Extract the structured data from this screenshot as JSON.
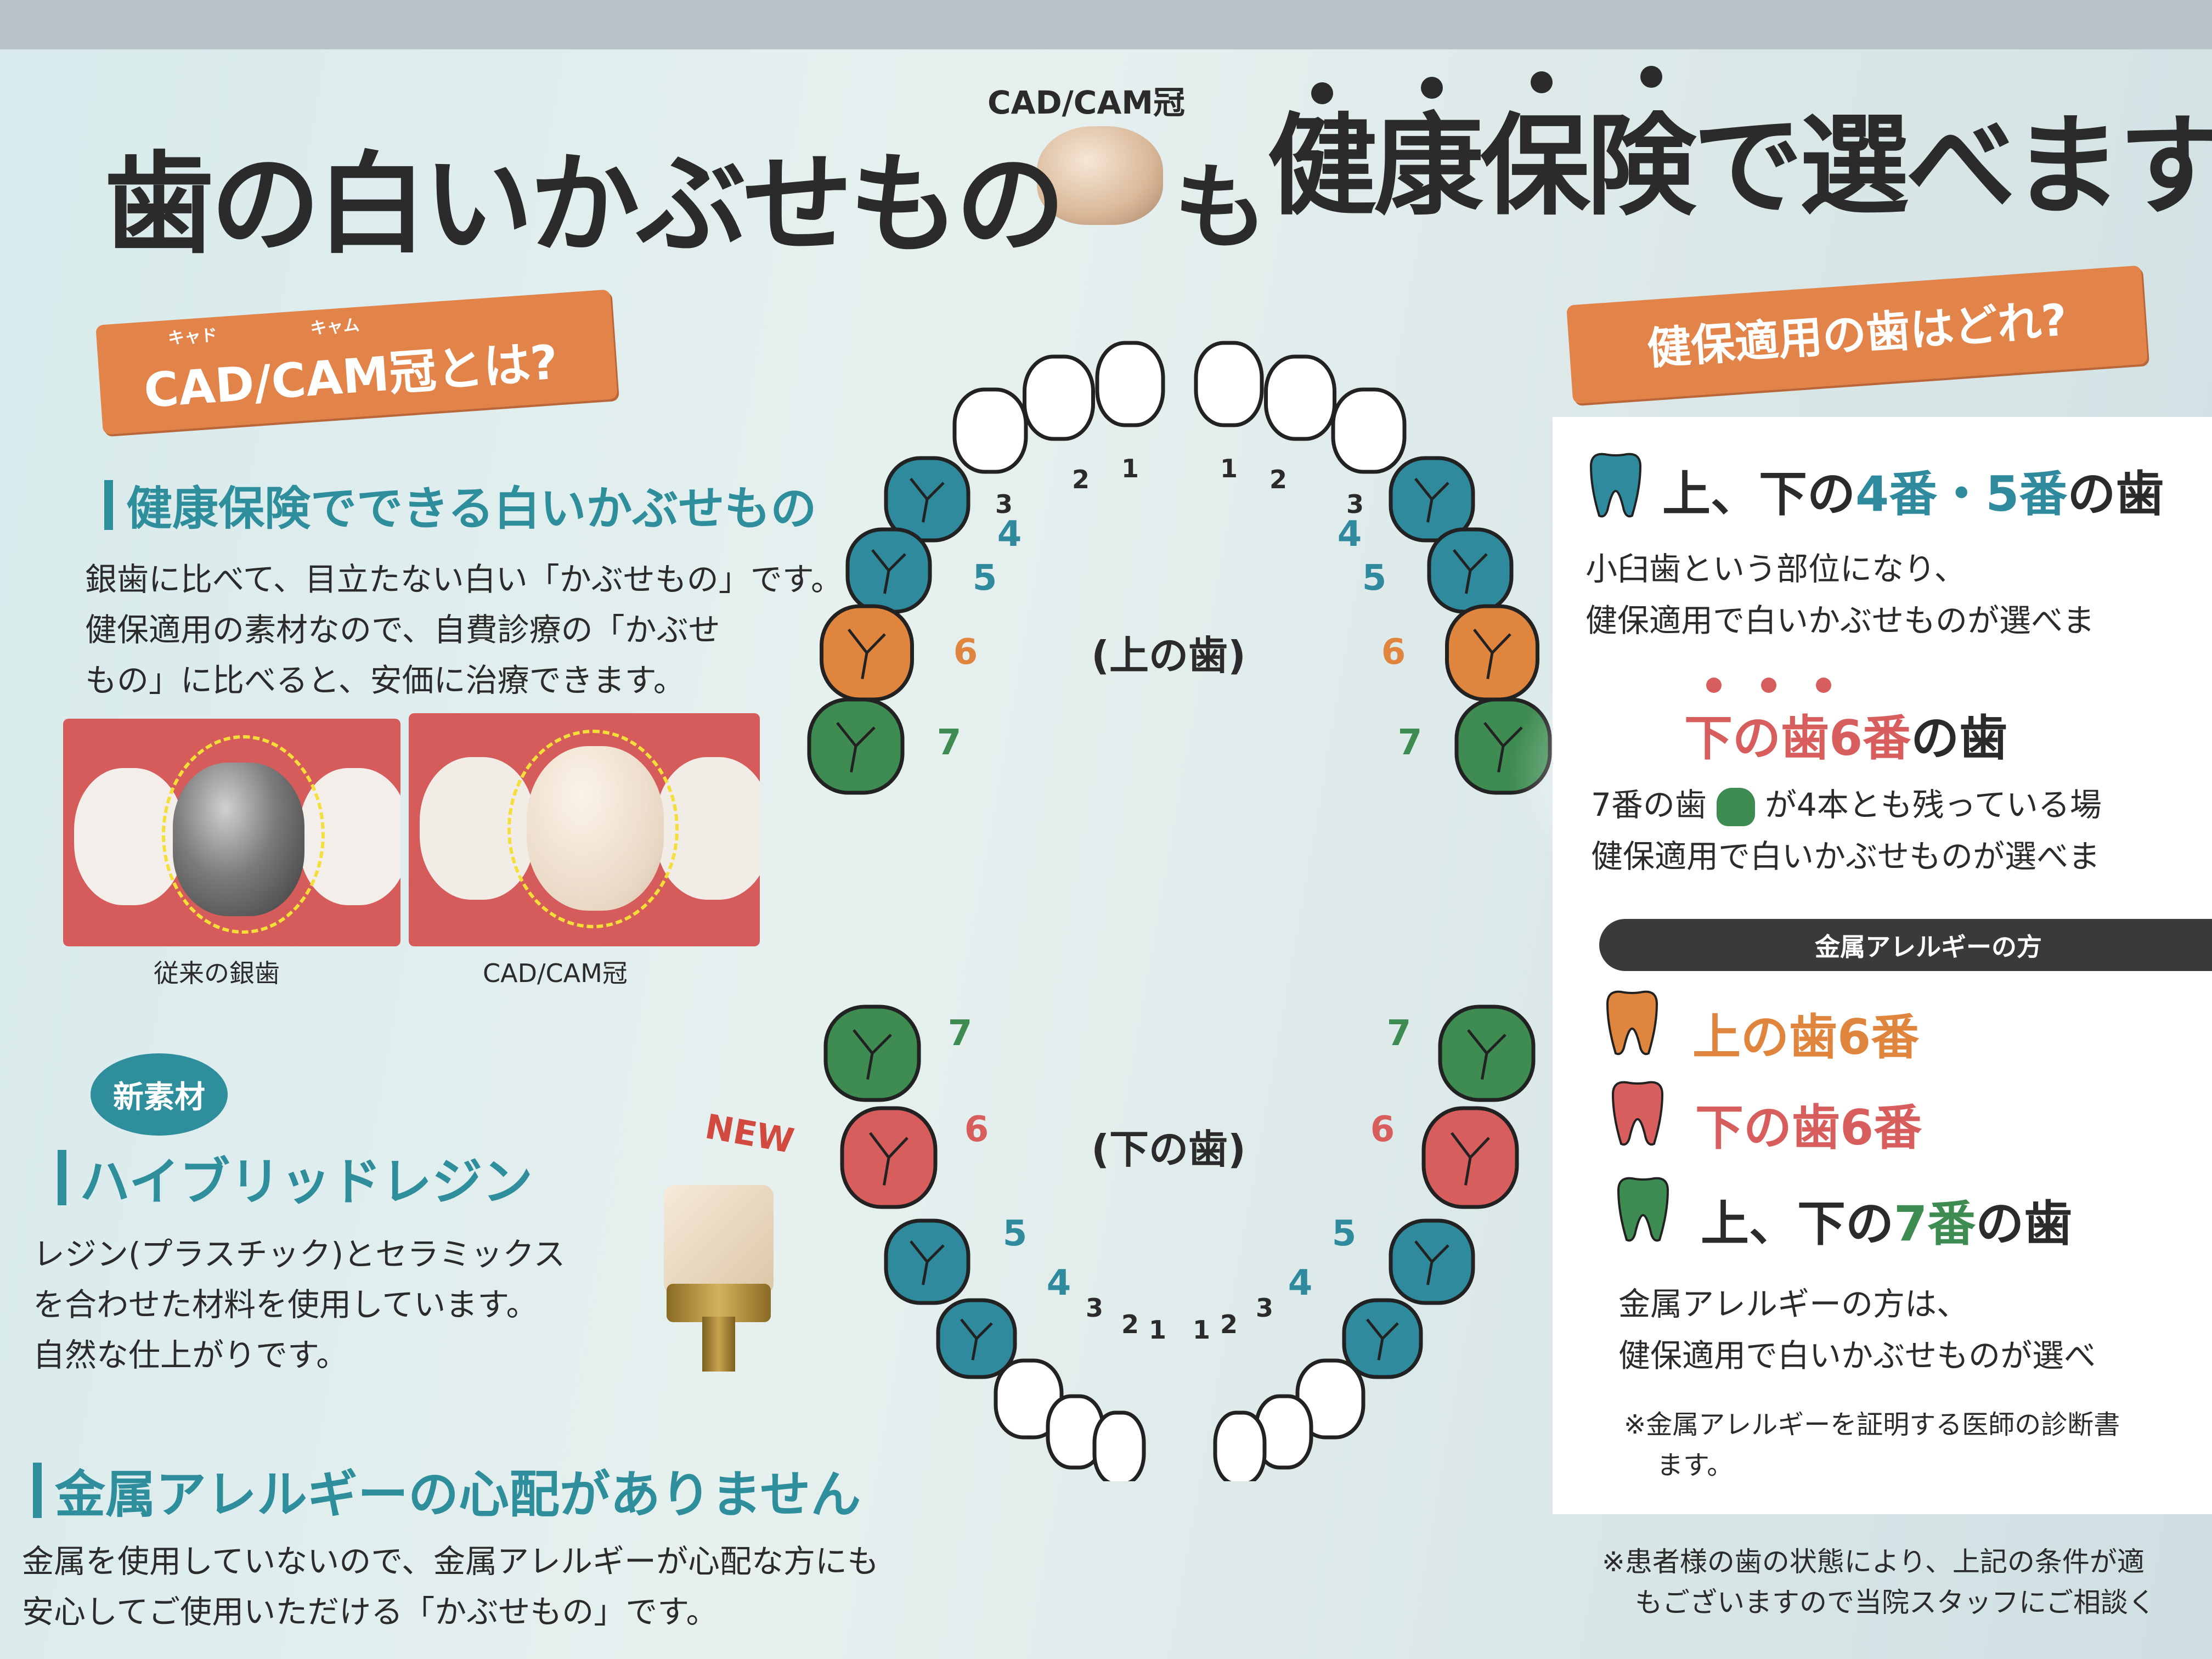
{
  "header": {
    "title_left": "歯の白いかぶせもの",
    "crown_tag": "CAD/CAM冠",
    "title_mo": "も",
    "title_right": "健康保険で選べます"
  },
  "left": {
    "bubble1": "CAD/CAM冠とは?",
    "bubble1_ruby1": "キャド",
    "bubble1_ruby2": "キャム",
    "section1_title": "健康保険でできる白いかぶせもの",
    "section1_lines": [
      "銀歯に比べて、目立たない白い「かぶせもの」です。",
      "健保適用の素材なので、自費診療の「かぶせ",
      "もの」に比べると、安価に治療できます。"
    ],
    "photo_left_caption": "従来の銀歯",
    "photo_right_caption": "CAD/CAM冠",
    "badge": "新素材",
    "new_tag": "NEW",
    "section2_title": "ハイブリッドレジン",
    "section2_lines": [
      "レジン(プラスチック)とセラミックス",
      "を合わせた材料を使用しています。",
      "自然な仕上がりです。"
    ],
    "section3_title": "金属アレルギーの心配がありません",
    "section3_lines": [
      "金属を使用していないので、金属アレルギーが心配な方にも",
      "安心してご使用いただける「かぶせもの」です。"
    ]
  },
  "chart": {
    "upper_label": "(上の歯)",
    "lower_label": "(下の歯)",
    "colors": {
      "blue": "#2e8a9c",
      "orange": "#e0853e",
      "green": "#3e8c52",
      "red": "#d85e5e",
      "white": "#ffffff",
      "outline": "#222222"
    }
  },
  "right": {
    "bubble2": "健保適用の歯はどれ?",
    "row1_pre": "上、下の",
    "row1_hl": "4番・5番",
    "row1_post": "の歯",
    "row1_lines": [
      "小臼歯という部位になり、",
      "健保適用で白いかぶせものが選べま"
    ],
    "row2_hl": "下の歯6番",
    "row2_post": "の歯",
    "row2_line1_pre": "7番の歯",
    "row2_line1_post": "が4本とも残っている場",
    "row2_line2": "健保適用で白いかぶせものが選べま",
    "allergy_bar": "金属アレルギーの方",
    "allergy_item1": "上の歯6番",
    "allergy_item2": "下の歯6番",
    "allergy_item3_pre": "上、下の",
    "allergy_item3_hl": "7番",
    "allergy_item3_post": "の歯",
    "allergy_lines": [
      "金属アレルギーの方は、",
      "健保適用で白いかぶせものが選べ"
    ],
    "allergy_note1": "※金属アレルギーを証明する医師の診断書",
    "allergy_note2": "ます。",
    "footer1": "※患者様の歯の状態により、上記の条件が適",
    "footer2": "もございますので当院スタッフにご相談く"
  }
}
